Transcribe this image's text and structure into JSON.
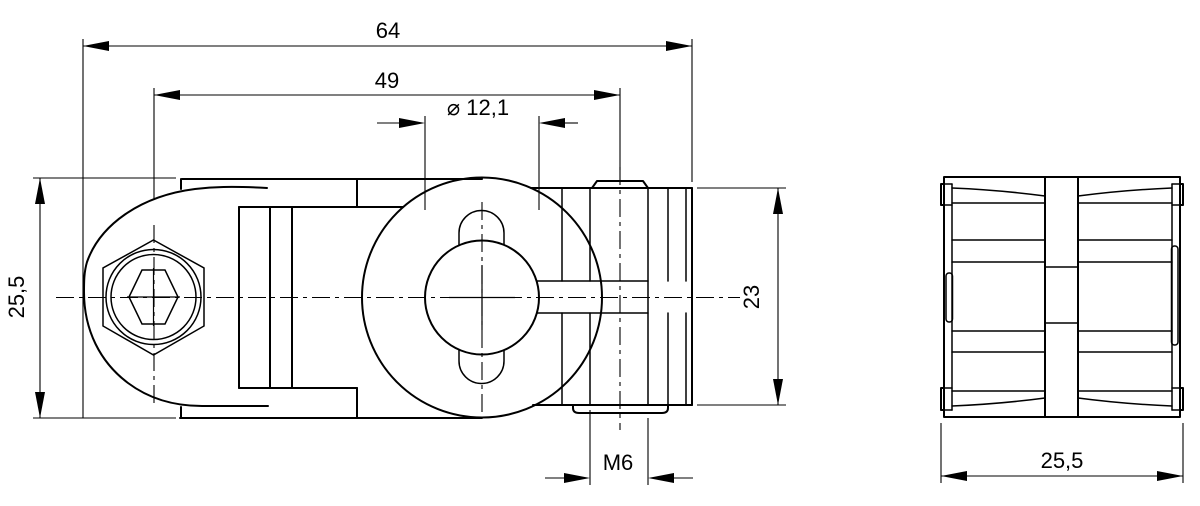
{
  "drawing": {
    "kind": "engineering-drawing",
    "views": {
      "front": "front view",
      "side": "side view"
    }
  },
  "dims": {
    "overall_width": "64",
    "screw_center_distance": "49",
    "bore_diameter": "⌀ 12,1",
    "body_height": "25,5",
    "clamp_height": "23",
    "clamp_thread": "M6",
    "side_width": "25,5"
  },
  "colors": {
    "line": "#000000",
    "background": "#ffffff"
  }
}
